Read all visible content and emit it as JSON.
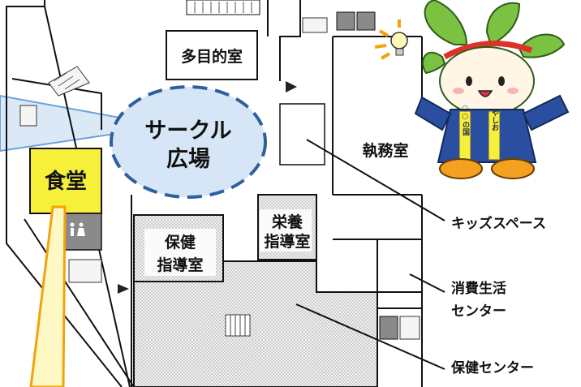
{
  "rooms": {
    "multipurpose": "多目的室",
    "circle_plaza_line1": "サークル",
    "circle_plaza_line2": "広場",
    "cafeteria": "食堂",
    "office": "執務室",
    "nutrition_line1": "栄養",
    "nutrition_line2": "指導室",
    "health_guidance_line1": "保健",
    "health_guidance_line2": "指導室"
  },
  "annotations": {
    "kids_space": "キッズスペース",
    "consumer_center_line1": "消費生活",
    "consumer_center_line2": "センター",
    "health_center": "保健センター"
  },
  "mascot": {
    "sash_left": "○○の国",
    "sash_right": "やしお"
  },
  "icons": [
    "restroom-icon",
    "stairs-icon",
    "idea-bulb-icon",
    "entrance-arrow-icon"
  ],
  "colors": {
    "circle_fill": "#d6e6f7",
    "circle_dash": "#2e5f9e",
    "cafeteria_yellow": "#f7f03a",
    "restroom_gray": "#8a8a8a",
    "dotted_room": "#e6e6e6",
    "beam_orange": "#f4a20c",
    "beam_blue": "#6aa3d8",
    "mascot_green": "#7cc242",
    "mascot_robe": "#2b4fa0"
  }
}
